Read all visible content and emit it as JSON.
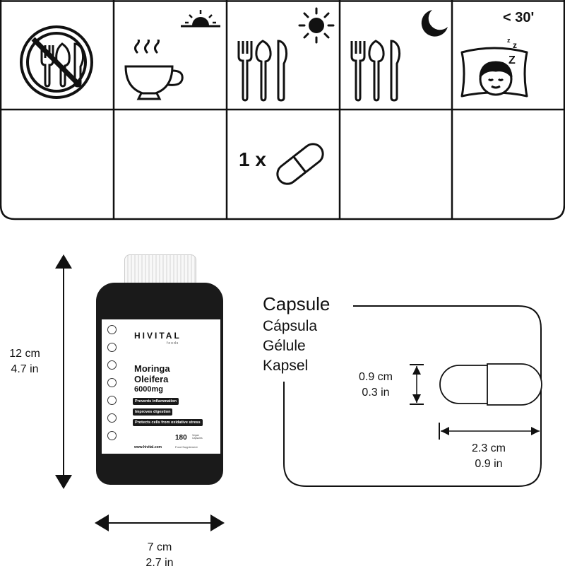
{
  "schedule": {
    "sleep_time_label": "< 30'",
    "dose_label": "1 x"
  },
  "bottle": {
    "brand": "HIVITAL",
    "brand_sub": "foods",
    "product_line1": "Moringa",
    "product_line2": "Oleifera",
    "strength": "6000mg",
    "benefits": [
      "Prevents inflammation",
      "Improves digestion",
      "Protects cells from oxidative stress"
    ],
    "count": "180",
    "count_sub": "Vegan Capsules",
    "url": "www.hivital.com",
    "food_supplement": "Food Supplement",
    "height_cm": "12 cm",
    "height_in": "4.7 in",
    "width_cm": "7 cm",
    "width_in": "2.7 in"
  },
  "capsule": {
    "title": "Capsule",
    "names": [
      "Cápsula",
      "Gélule",
      "Kapsel"
    ],
    "height_cm": "0.9 cm",
    "height_in": "0.3 in",
    "length_cm": "2.3 cm",
    "length_in": "0.9 in"
  },
  "colors": {
    "ink": "#111111",
    "bottle": "#1a1a1a",
    "label": "#ffffff"
  },
  "icons": [
    "no-food-icon",
    "sunrise-icon",
    "coffee-cup-icon",
    "sun-icon",
    "cutlery-icon",
    "moon-icon",
    "sleeping-person-icon",
    "capsule-icon"
  ]
}
